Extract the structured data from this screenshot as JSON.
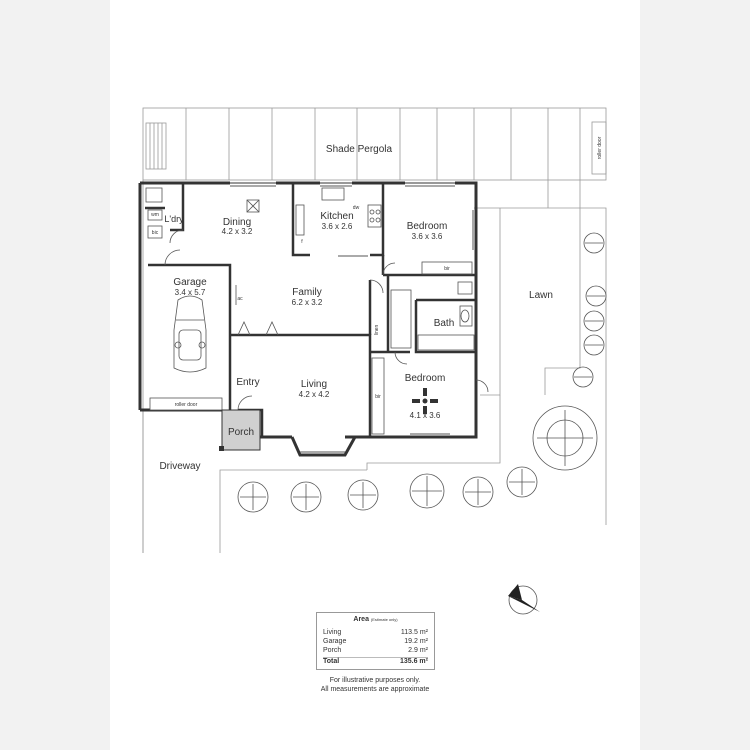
{
  "labels": {
    "shade_pergola": "Shade Pergola",
    "roller_door_right": "roller door",
    "laundry": "L'dry",
    "wm": "wm",
    "bic": "bic",
    "dining": "Dining",
    "dining_size": "4.2 x 3.2",
    "kitchen": "Kitchen",
    "kitchen_size": "3.6 x 2.6",
    "dw": "dw",
    "fridge": "f",
    "bedroom1": "Bedroom",
    "bedroom1_size": "3.6 x 3.6",
    "bir1": "bir",
    "garage": "Garage",
    "garage_size": "3.4 x 5.7",
    "ac": "ac",
    "family": "Family",
    "family_size": "6.2 x 3.2",
    "linen": "linen",
    "bath": "Bath",
    "lawn": "Lawn",
    "roller_door_garage": "roller door",
    "entry": "Entry",
    "living": "Living",
    "living_size": "4.2 x 4.2",
    "bedroom2": "Bedroom",
    "bedroom2_size": "4.1 x 3.6",
    "bir2": "bir",
    "porch": "Porch",
    "driveway": "Driveway"
  },
  "area": {
    "title": "Area",
    "subtitle": "(Estimate only)",
    "rows": [
      {
        "name": "Living",
        "value": "113.5 m²"
      },
      {
        "name": "Garage",
        "value": "19.2 m²"
      },
      {
        "name": "Porch",
        "value": "2.9 m²"
      }
    ],
    "total": {
      "name": "Total",
      "value": "135.6 m²"
    }
  },
  "disclaimer": {
    "line1": "For illustrative purposes only.",
    "line2": "All measurements are approximate"
  },
  "colors": {
    "wall": "#333333",
    "thin_line": "#9a9a9a",
    "porch_fill": "#d0d0d0",
    "background": "#f2f2f2",
    "sheet": "#ffffff"
  }
}
